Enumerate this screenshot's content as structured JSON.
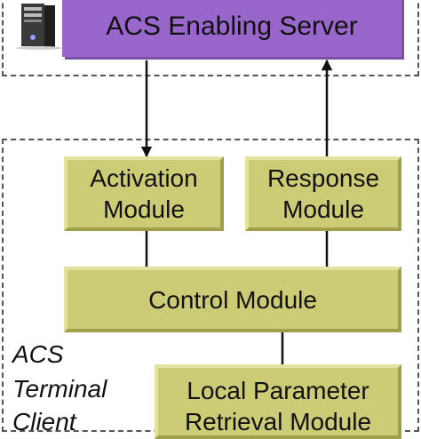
{
  "server_zone": {
    "server_label": "ACS Enabling Server",
    "icon": "computer-tower-icon"
  },
  "client_zone": {
    "zone_label_lines": [
      "ACS",
      "Terminal",
      "Client"
    ],
    "activation_module": [
      "Activation",
      "Module"
    ],
    "response_module": [
      "Response",
      "Module"
    ],
    "control_module": "Control Module",
    "local_parameter_module": [
      "Local Parameter",
      "Retrieval Module"
    ]
  },
  "colors": {
    "server_fill": "#9966cc",
    "module_fill": "#cccc77",
    "border_dashed": "#555555"
  }
}
